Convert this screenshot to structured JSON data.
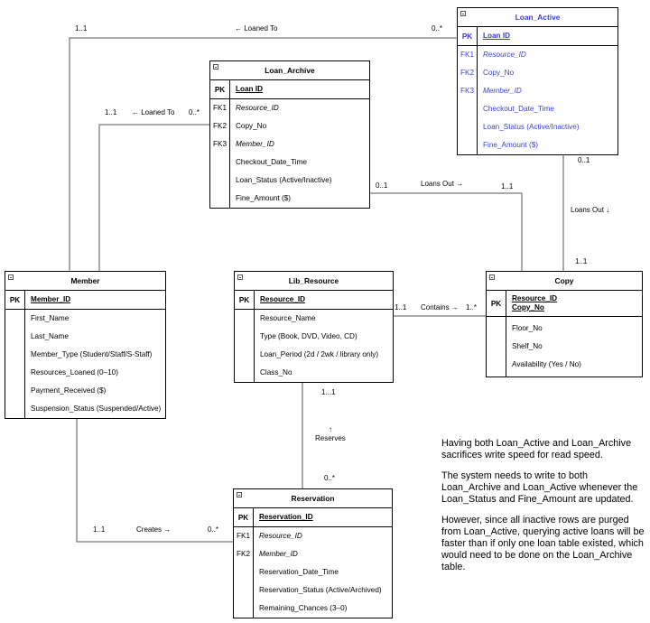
{
  "entities": {
    "loan_active": {
      "title": "Loan_Active",
      "pk_key": "PK",
      "pk_fields": [
        "Loan ID"
      ],
      "fk_keys": [
        "FK1",
        "FK2",
        "FK3"
      ],
      "fields": [
        "Resource_ID",
        "Copy_No",
        "Member_ID",
        "Checkout_Date_Time",
        "Loan_Status (Active/Inactive)",
        "Fine_Amount ($)"
      ]
    },
    "loan_archive": {
      "title": "Loan_Archive",
      "pk_key": "PK",
      "pk_fields": [
        "Loan ID"
      ],
      "fk_keys": [
        "FK1",
        "FK2",
        "FK3"
      ],
      "fields": [
        "Resource_ID",
        "Copy_No",
        "Member_ID",
        "Checkout_Date_Time",
        "Loan_Status (Active/Inactive)",
        "Fine_Amount ($)"
      ]
    },
    "member": {
      "title": "Member",
      "pk_key": "PK",
      "pk_fields": [
        "Member_ID"
      ],
      "fields": [
        "First_Name",
        "Last_Name",
        "Member_Type (Student/Staff/S-Staff)",
        "Resources_Loaned (0–10)",
        "Payment_Received ($)",
        "Suspension_Status (Suspended/Active)"
      ]
    },
    "lib_resource": {
      "title": "Lib_Resource",
      "pk_key": "PK",
      "pk_fields": [
        "Resource_ID"
      ],
      "fields": [
        "Resource_Name",
        "Type (Book, DVD, Video, CD)",
        "Loan_Period (2d / 2wk / library only)",
        "Class_No"
      ]
    },
    "copy": {
      "title": "Copy",
      "pk_key": "PK",
      "pk_fields": [
        "Resource_ID",
        "Copy_No"
      ],
      "fields": [
        "Floor_No",
        "Shelf_No",
        "Availability (Yes / No)"
      ]
    },
    "reservation": {
      "title": "Reservation",
      "pk_key": "PK",
      "pk_fields": [
        "Reservation_ID"
      ],
      "fk_keys": [
        "FK1",
        "FK2"
      ],
      "fields": [
        "Resource_ID",
        "Member_ID",
        "Reservation_Date_Time",
        "Reservation_Status (Active/Archived)",
        "Remaining_Chances (3–0)"
      ]
    }
  },
  "relations": {
    "member_loan_active": {
      "left_card": "1..1",
      "label": "← Loaned To",
      "right_card": "0..*"
    },
    "member_loan_archive": {
      "left_card": "1..1",
      "label": "← Loaned To",
      "right_card": "0..*"
    },
    "archive_copy": {
      "left_card": "0..1",
      "label": "Loans Out →",
      "right_card": "1..1"
    },
    "active_copy": {
      "top_card": "0..1",
      "label": "Loans Out ↓",
      "bottom_card": "1..1"
    },
    "resource_copy": {
      "left_card": "1..1",
      "label": "Contains →",
      "right_card": "1..*"
    },
    "resource_reservation": {
      "top_card": "1...1",
      "arrow": "↑",
      "label": "Reserves",
      "bottom_card": "0..*"
    },
    "member_reservation": {
      "left_card": "1..1",
      "label": "Creates →",
      "right_card": "0..*"
    }
  },
  "notes": [
    "Having both Loan_Active and Loan_Archive sacrifices write speed for read speed.",
    "The system needs to write to both Loan_Archive and Loan_Active whenever the Loan_Status and Fine_Amount are updated.",
    "However, since all inactive rows are purged from Loan_Active, querying active loans will be faster than if only one loan table existed, which would need to be done on the Loan_Archive table."
  ],
  "colors": {
    "line": "#555555",
    "loan_active_text": "#3b3fd8"
  }
}
